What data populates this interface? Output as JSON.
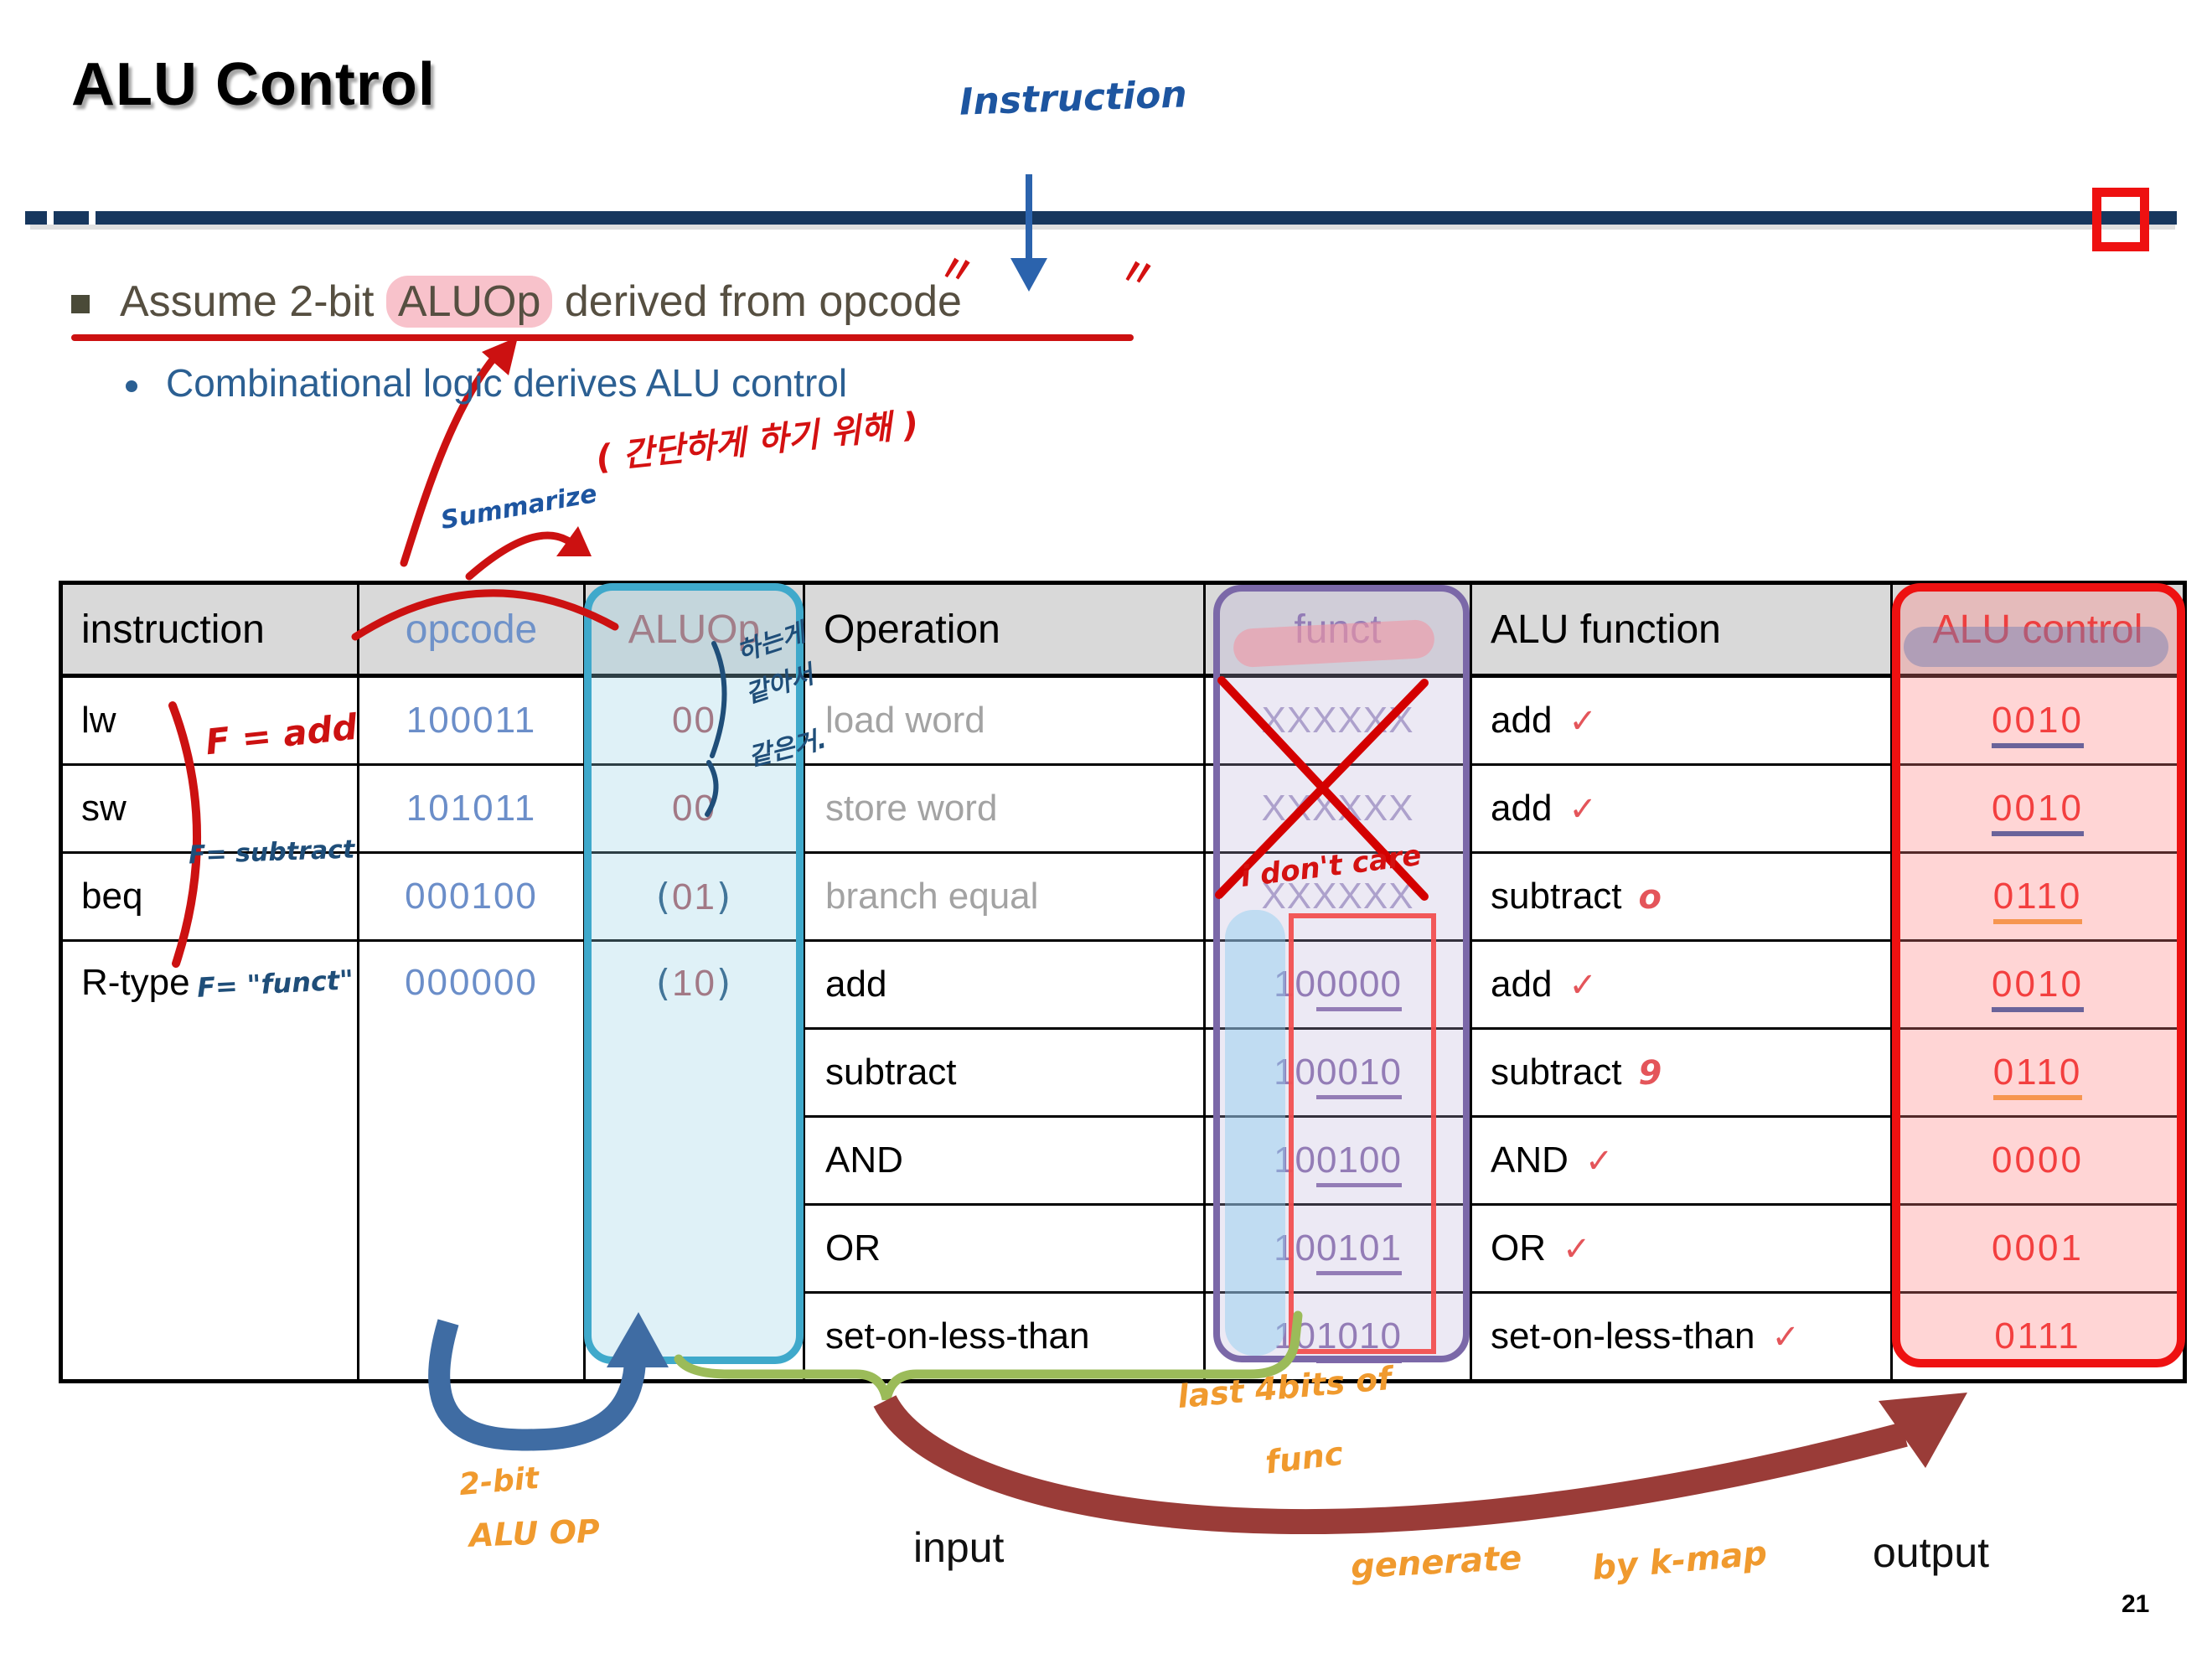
{
  "title": "ALU Control",
  "page": {
    "number": "21"
  },
  "bullet": {
    "pre": "Assume 2-bit ",
    "highlight": "ALUOp",
    "mid": " derived from ",
    "quoted": "opcode",
    "quote_mark": "〃"
  },
  "subbullet": "Combinational logic derives ALU control",
  "handwriting": {
    "instruction": "Instruction",
    "korean_red": "( 간단하게 하기 위해 )",
    "summarize": "Summarize",
    "f_add": "F = add",
    "f_subtract": "F= subtract",
    "f_funct": "F= \"funct\"",
    "korean_blue_1": "하는게",
    "korean_blue_2": "같아서",
    "korean_blue_3": "같은거.",
    "dont_care": "i don't care",
    "two_bit": "2-bit",
    "alu_op": "ALU OP",
    "last_bits_line1": "last 4bits of",
    "last_bits_line2": "func",
    "generate": "generate",
    "by_kmap": "by k-map"
  },
  "labels": {
    "input": "input",
    "output": "output"
  },
  "table": {
    "headers": [
      "instruction",
      "opcode",
      "ALUOp",
      "Operation",
      "funct",
      "ALU function",
      "ALU control"
    ],
    "rows": [
      {
        "instruction": "lw",
        "opcode": "100011",
        "aluop": "00",
        "operation": "load word",
        "funct": "XXXXXX",
        "alufn": "add",
        "mark": "✓",
        "control": "0010",
        "underline": "blue"
      },
      {
        "instruction": "sw",
        "opcode": "101011",
        "aluop": "00",
        "operation": "store word",
        "funct": "XXXXXX",
        "alufn": "add",
        "mark": "✓",
        "control": "0010",
        "underline": "blue"
      },
      {
        "instruction": "beq",
        "opcode": "000100",
        "aluop": "(01)",
        "operation": "branch equal",
        "funct": "XXXXXX",
        "alufn": "subtract",
        "mark": "o",
        "control": "0110",
        "underline": "orange"
      },
      {
        "instruction": "R-type",
        "opcode": "000000",
        "aluop": "(10)",
        "operation": "add",
        "funct": "100000",
        "alufn": "add",
        "mark": "✓",
        "control": "0010",
        "underline": "blue"
      },
      {
        "operation": "subtract",
        "funct": "100010",
        "alufn": "subtract",
        "mark": "9",
        "control": "0110",
        "underline": "orange"
      },
      {
        "operation": "AND",
        "funct": "100100",
        "alufn": "AND",
        "mark": "✓",
        "control": "0000",
        "underline": "none"
      },
      {
        "operation": "OR",
        "funct": "100101",
        "alufn": "OR",
        "mark": "✓",
        "control": "0001",
        "underline": "none"
      },
      {
        "operation": "set-on-less-than",
        "funct": "101010",
        "alufn": "set-on-less-than",
        "mark": "✓",
        "control": "0111",
        "underline": "none"
      }
    ]
  },
  "colors": {
    "navy": "#17375e",
    "accent_red": "#ee1111",
    "teal": "#3fa9cb",
    "purple": "#7b68a8",
    "opcode_blue": "#6b8ec9",
    "aluop_red": "#a8545e",
    "funct_purple": "#8468aa",
    "ctrl_red": "#ee2222",
    "green": "#9bbb59",
    "dark_red": "#9a3c38",
    "blue_arrow": "#3f6ca3",
    "orange_hw": "#f09a2e",
    "hw_blue": "#1f4e79",
    "header_bg": "#d9d9d9",
    "pink_hl": "#f8c2cb"
  }
}
